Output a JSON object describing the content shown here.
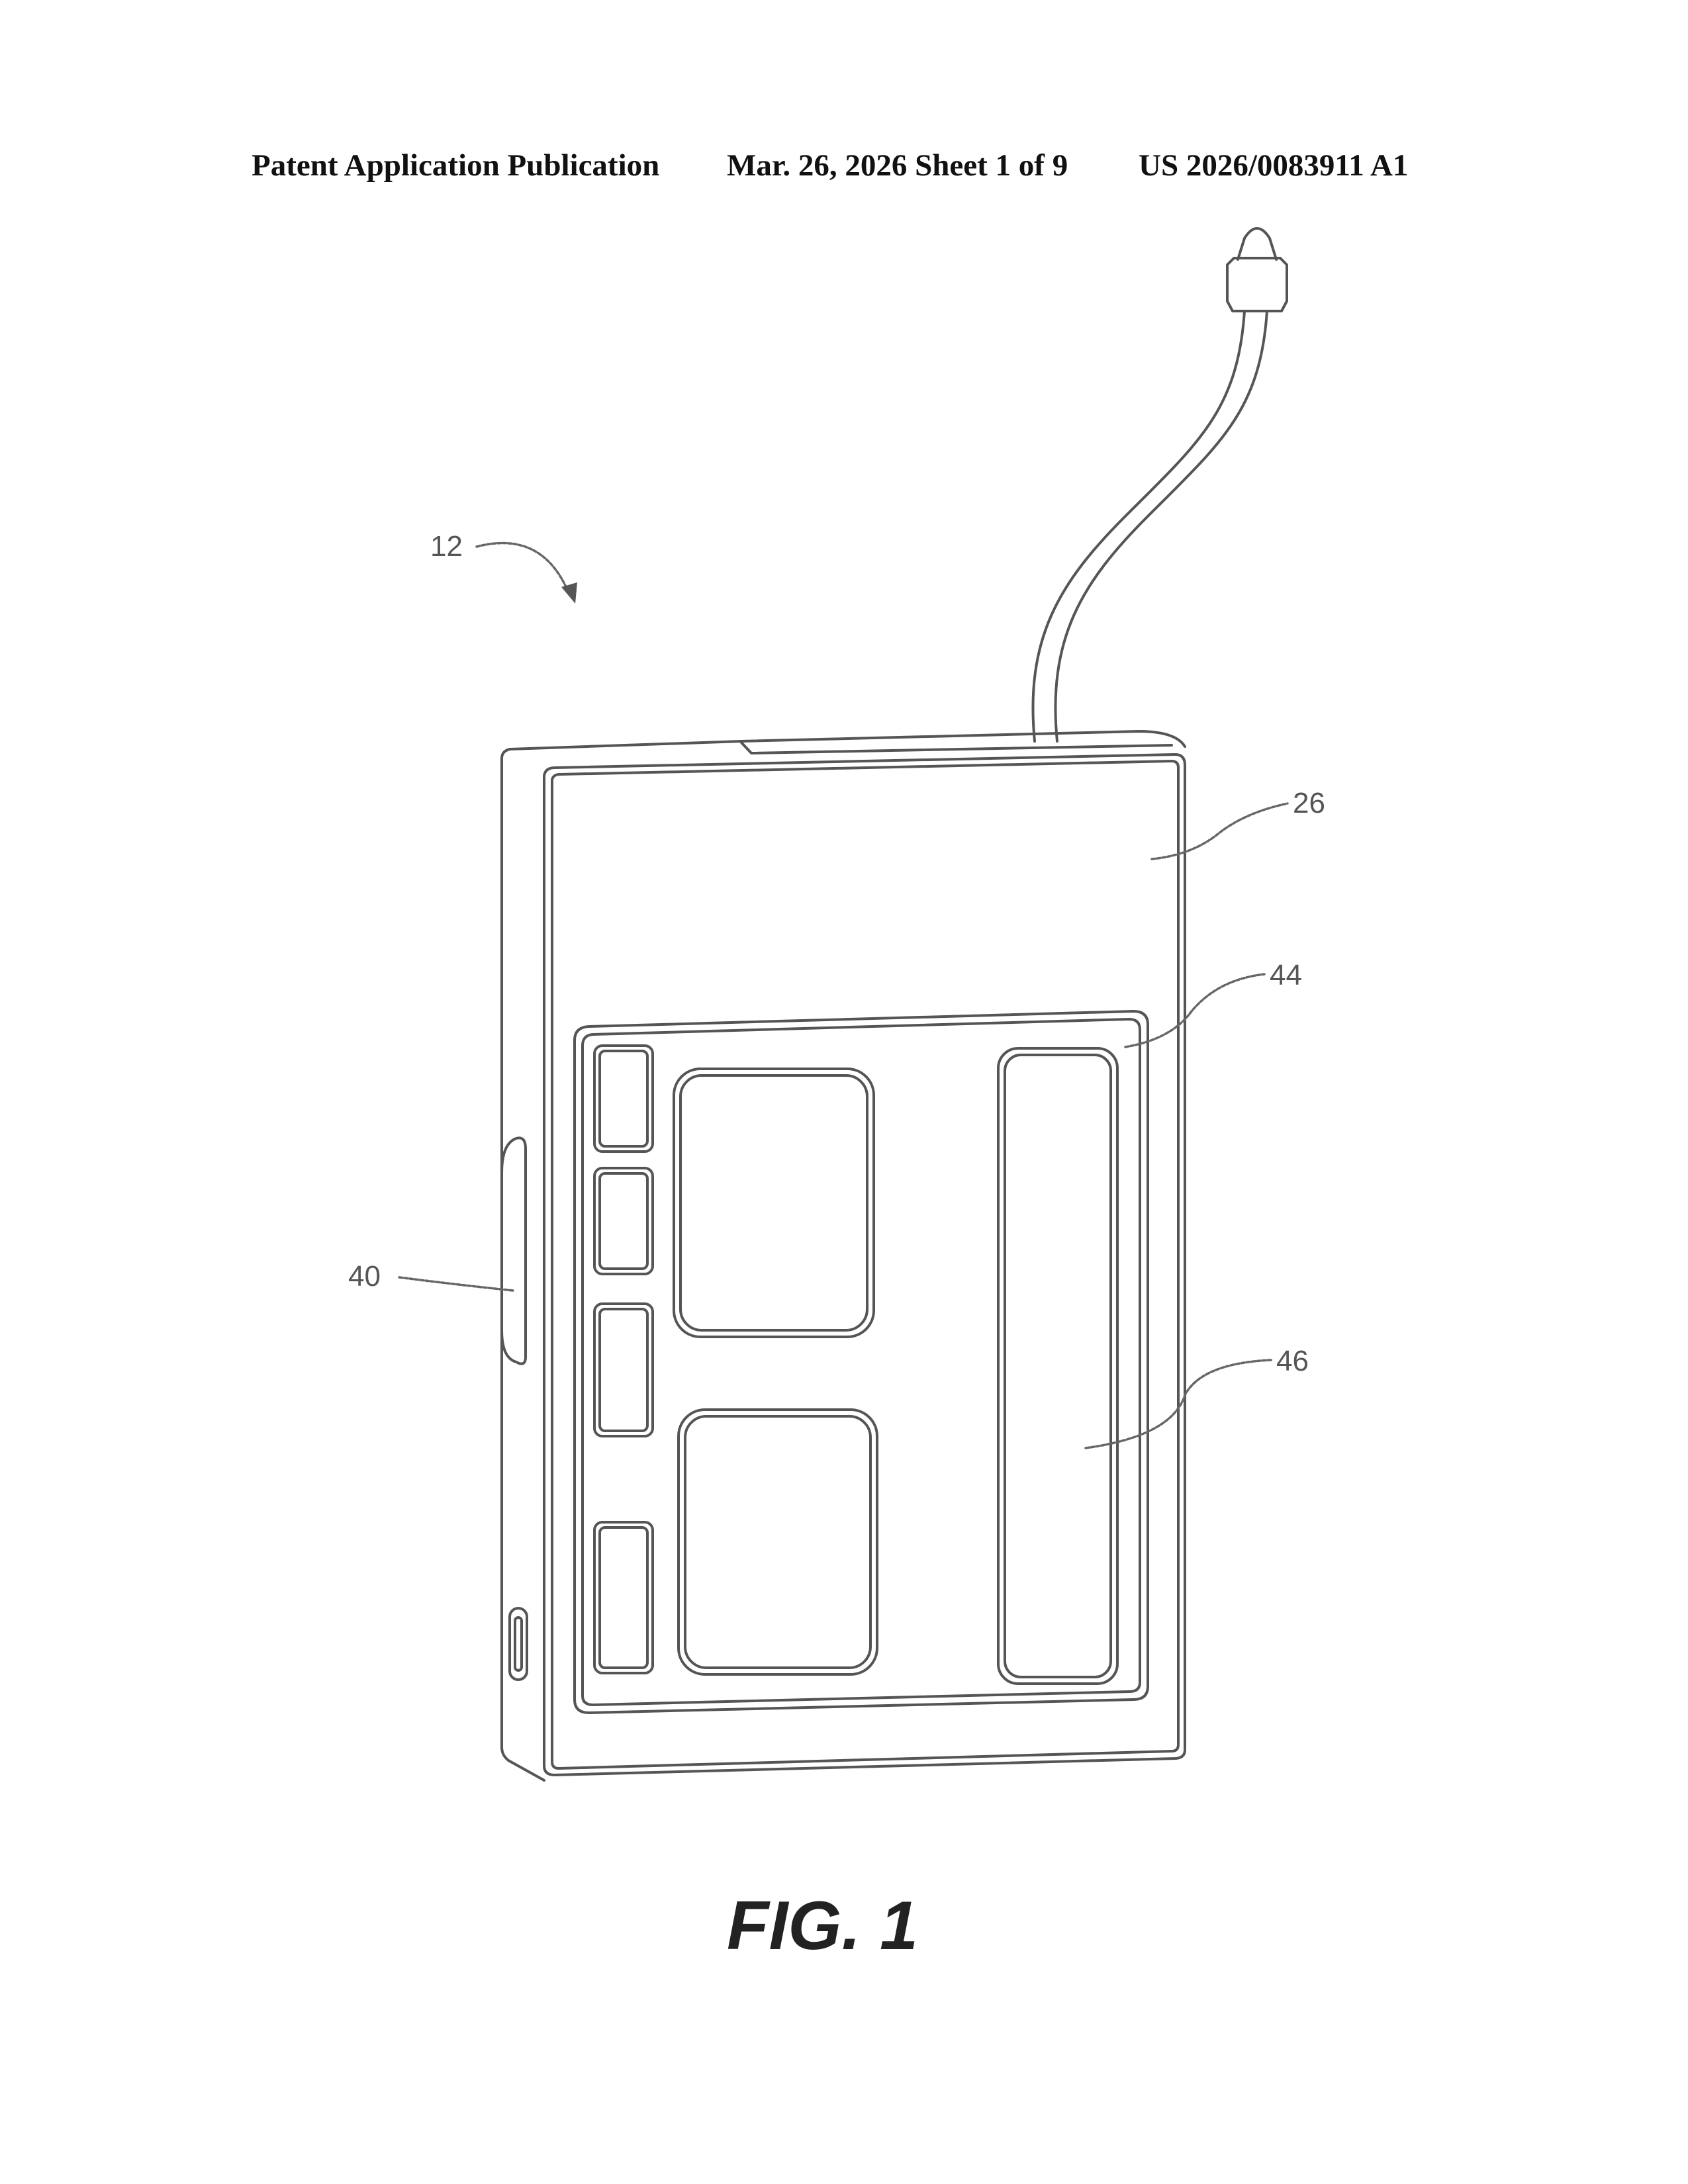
{
  "header": {
    "publication": "Patent Application Publication",
    "date_sheet": "Mar. 26, 2026  Sheet 1 of 9",
    "number": "US 2026/0083911 A1"
  },
  "figure": {
    "label": "FIG. 1"
  },
  "reference_numerals": {
    "device": "12",
    "housing_face": "26",
    "side_button": "40",
    "display_panel": "44",
    "display_region": "46"
  }
}
